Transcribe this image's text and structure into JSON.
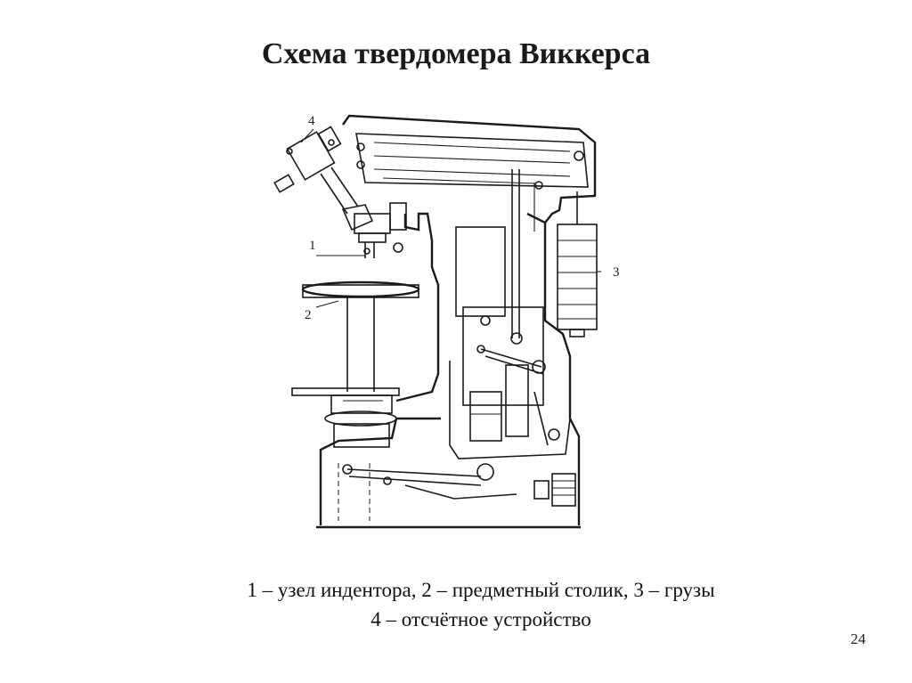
{
  "slide": {
    "title": "Схема твердомера Виккерса",
    "caption_line1": "1 – узел индентора, 2 – предметный столик, 3 – грузы",
    "caption_line2": "4 – отсчётное устройство",
    "page_number": "24"
  },
  "diagram": {
    "callouts": [
      "1",
      "2",
      "3",
      "4"
    ]
  }
}
